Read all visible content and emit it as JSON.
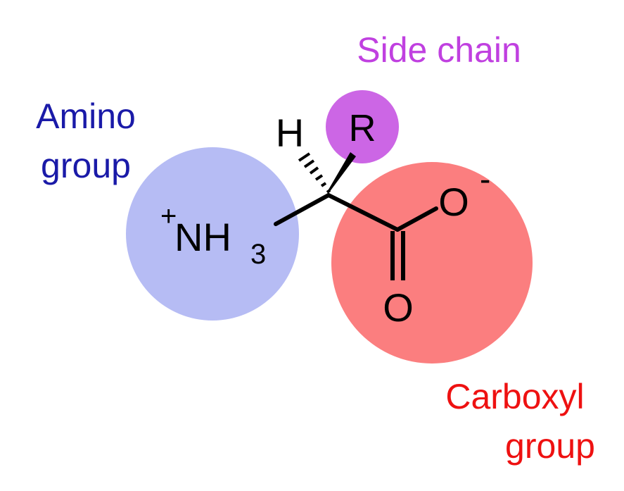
{
  "labels": {
    "side_chain": "Side chain",
    "amino_line1": "Amino",
    "amino_line2": "group",
    "carboxyl_line1": "Carboxyl",
    "carboxyl_line2": "group"
  },
  "atoms": {
    "hydrogen": "H",
    "r_group": "R",
    "amine_charge": "+",
    "amine_n": "NH",
    "amine_sub": "3",
    "oxygen_single": "O",
    "oxygen_charge": "-",
    "oxygen_double": "O"
  },
  "colors": {
    "amino_circle": "#b6bcf4",
    "carboxyl_circle": "#fb7e7f",
    "side_chain_circle": "#cc66e5",
    "amino_text": "#1a1aa8",
    "side_chain_text": "#c040e0",
    "carboxyl_text": "#ee1111",
    "bond": "#000000"
  }
}
